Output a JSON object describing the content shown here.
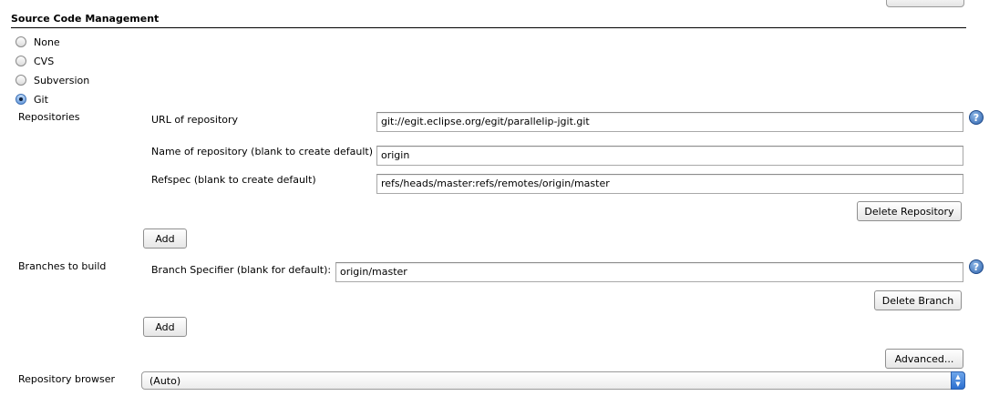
{
  "section": {
    "title": "Source Code Management"
  },
  "scm_options": [
    {
      "label": "None",
      "checked": false
    },
    {
      "label": "CVS",
      "checked": false
    },
    {
      "label": "Subversion",
      "checked": false
    },
    {
      "label": "Git",
      "checked": true
    }
  ],
  "repositories": {
    "label": "Repositories",
    "url_label": "URL of repository",
    "url_value": "git://egit.eclipse.org/egit/parallelip-jgit.git",
    "name_label": "Name of repository (blank to create default)",
    "name_value": "origin",
    "refspec_label": "Refspec (blank to create default)",
    "refspec_value": "refs/heads/master:refs/remotes/origin/master",
    "delete_label": "Delete Repository",
    "add_label": "Add"
  },
  "branches": {
    "label": "Branches to build",
    "specifier_label": "Branch Specifier (blank for default):",
    "specifier_value": "origin/master",
    "delete_label": "Delete Branch",
    "add_label": "Add"
  },
  "advanced_label": "Advanced...",
  "repository_browser": {
    "label": "Repository browser",
    "selected": "(Auto)"
  },
  "icons": {
    "help": "help-icon",
    "radio": "radio-button",
    "dropdown": "chevron-updown-icon"
  },
  "colors": {
    "help_blue": "#2f64ad",
    "select_arrow_blue": "#2c6fd0"
  }
}
